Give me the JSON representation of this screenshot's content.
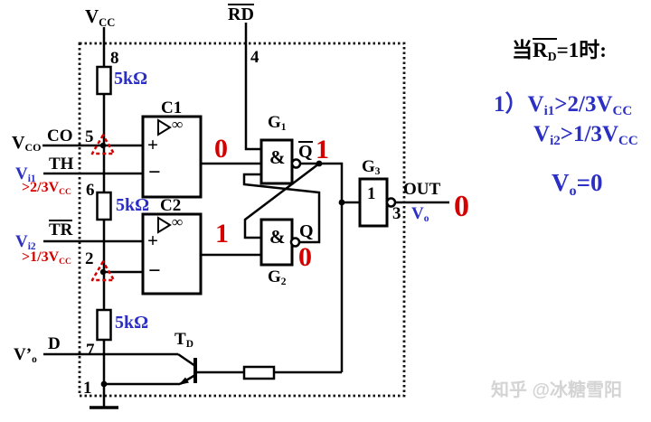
{
  "power": {
    "vcc_base": "V",
    "vcc_sub": "CC",
    "pin8": "8"
  },
  "reset": {
    "rd_base": "RD",
    "pin4": "4"
  },
  "divider": {
    "r1": "5kΩ",
    "r2": "5kΩ",
    "r3": "5kΩ"
  },
  "left_pins": {
    "co_label": "CO",
    "vco_base": "V",
    "vco_sub": "CO",
    "pin5": "5",
    "th_label": "TH",
    "vi1_base": "V",
    "vi1_sub": "i1",
    "vi1_cond_pre": ">2/3",
    "vi1_cond_base": "V",
    "vi1_cond_sub": "CC",
    "pin6": "6",
    "tr_label": "TR",
    "vi2_base": "V",
    "vi2_sub": "i2",
    "vi2_cond_pre": ">1/3",
    "vi2_cond_base": "V",
    "vi2_cond_sub": "CC",
    "pin2": "2",
    "d_label": "D",
    "vpo_base": "V’",
    "vpo_sub": "o",
    "pin7": "7",
    "pin1": "1"
  },
  "comparators": {
    "c1": "C1",
    "c2": "C2",
    "inf": "∞",
    "plus": "+",
    "minus": "−"
  },
  "gates": {
    "g1_base": "G",
    "g1_sub": "1",
    "g2_base": "G",
    "g2_sub": "2",
    "g3_base": "G",
    "g3_sub": "3",
    "nand": "&",
    "inv": "1",
    "q": "Q",
    "qbar": "Q"
  },
  "output": {
    "out_label": "OUT",
    "pin3": "3",
    "vo_base": "V",
    "vo_sub": "o"
  },
  "transistor": {
    "base": "T",
    "sub": "D"
  },
  "values": {
    "c1_out": "0",
    "c2_out": "1",
    "qbar": "1",
    "q": "0",
    "vo": "0"
  },
  "right_panel": {
    "h_pre": "当",
    "h_r": "R",
    "h_rsub": "D",
    "h_post": "=1时:",
    "l1_no": "1）",
    "l1_v": "V",
    "l1_vs": "i1",
    "l1_rel": ">2/3",
    "l1_v2": "V",
    "l1_v2s": "CC",
    "l2_v": "V",
    "l2_vs": "i2",
    "l2_rel": ">1/3",
    "l2_v2": "V",
    "l2_v2s": "CC",
    "l3_v": "V",
    "l3_vs": "o",
    "l3_eq": "=0"
  },
  "watermark": "知乎 @冰糖雪阳",
  "colors": {
    "blue": "#2b2fc4",
    "red": "#d40000",
    "wire": "#000000",
    "watermark": "#d4d4d4"
  }
}
